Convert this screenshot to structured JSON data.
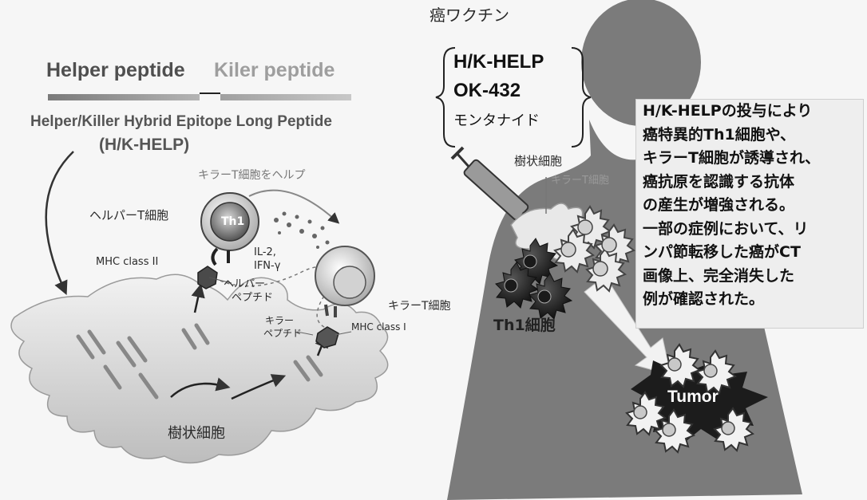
{
  "left": {
    "helper_peptide": "Helper peptide",
    "killer_peptide": "Kiler peptide",
    "hybrid_title": "Helper/Killer Hybrid Epitope Long Peptide",
    "hybrid_abbr": "(H/K-HELP)",
    "help_killer": "キラーT細胞をヘルプ",
    "helper_t_cell": "ヘルパーT細胞",
    "th1_label": "Th1",
    "mhc2": "MHC class II",
    "helper_peptide_jp": [
      "ヘルパー",
      "ペプチド"
    ],
    "cytokines": [
      "IL-2,",
      "IFN-γ"
    ],
    "killer_t_cell": "キラーT細胞",
    "killer_peptide_jp": [
      "キラー",
      "ペプチド"
    ],
    "mhc1": "MHC class I",
    "dendritic_cell": "樹状細胞"
  },
  "right": {
    "vaccine_title": "癌ワクチン",
    "vaccine_items": [
      "H/K-HELP",
      "OK-432",
      "モンタナイド"
    ],
    "dendritic_cell": "樹状細胞",
    "killer_faded": "キラーT細胞",
    "th1_cells": "Th1細胞",
    "tumor": "Tumor",
    "note_lines": [
      "H/K-HELPの投与により",
      "癌特異的Th1細胞や、",
      "キラーT細胞が誘導され、",
      "癌抗原を認識する抗体",
      "の産生が増強される。",
      "一部の症例において、リ",
      "ンパ節転移した癌がCT",
      "画像上、完全消失した",
      "例が確認された。"
    ]
  }
}
